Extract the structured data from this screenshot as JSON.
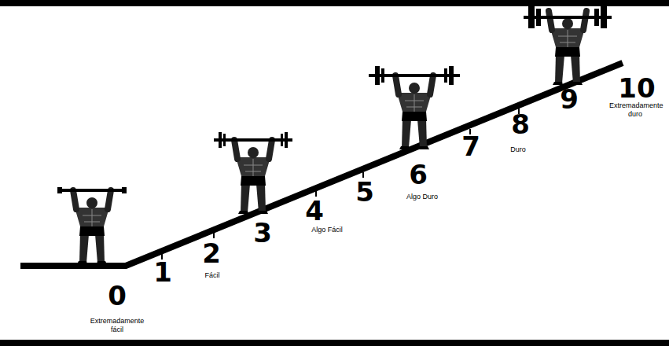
{
  "diagram": {
    "labels": [
      "0",
      "Extremadamente fácil",
      "1",
      "2",
      "Fácil",
      "3",
      "4",
      "Algo Fácil",
      "5",
      "6",
      "Algo Duro",
      "7",
      "8",
      "Duro",
      "9",
      "10",
      "Extremadamente duro"
    ]
  }
}
